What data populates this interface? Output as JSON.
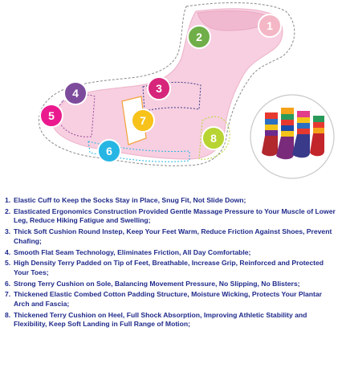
{
  "badges": [
    {
      "label": "1",
      "color": "#f4b7c6"
    },
    {
      "label": "2",
      "color": "#6fae48"
    },
    {
      "label": "3",
      "color": "#d6257a"
    },
    {
      "label": "4",
      "color": "#7d4b9c"
    },
    {
      "label": "5",
      "color": "#ea1a8e"
    },
    {
      "label": "6",
      "color": "#27b6e4"
    },
    {
      "label": "7",
      "color": "#f7c21a"
    },
    {
      "label": "8",
      "color": "#b8d433"
    }
  ],
  "sock_color": "#f7cfe0",
  "text_color": "#1f2a8a",
  "features": [
    {
      "num": "1.",
      "text": "Elastic Cuff to Keep the Socks Stay in Place, Snug Fit, Not Slide Down;"
    },
    {
      "num": "2.",
      "text": "Elasticated Ergonomics Construction Provided Gentle Massage Pressure to Your Muscle of Lower Leg, Reduce Hiking Fatigue and Swelling;"
    },
    {
      "num": "3.",
      "text": "Thick Soft Cushion Round Instep, Keep Your Feet Warm, Reduce Friction Against Shoes, Prevent Chafing;"
    },
    {
      "num": "4.",
      "text": "Smooth Flat Seam Technology, Eliminates Friction, All Day Comfortable;"
    },
    {
      "num": "5.",
      "text": "High Density Terry Padded on Tip of Feet, Breathable, Increase Grip, Reinforced and Protected Your Toes;"
    },
    {
      "num": "6.",
      "text": "Strong Terry Cushion on Sole, Balancing Movement Pressure, No Slipping, No Blisters;"
    },
    {
      "num": "7.",
      "text": "Thickened Elastic Combed Cotton Padding Structure, Moisture Wicking, Protects Your Plantar Arch and Fascia;"
    },
    {
      "num": "8.",
      "text": "Thickened Terry Cushion on Heel, Full Shock Absorption, Improving Athletic Stability and Flexibility, Keep Soft Landing in Full Range of Motion;"
    }
  ]
}
